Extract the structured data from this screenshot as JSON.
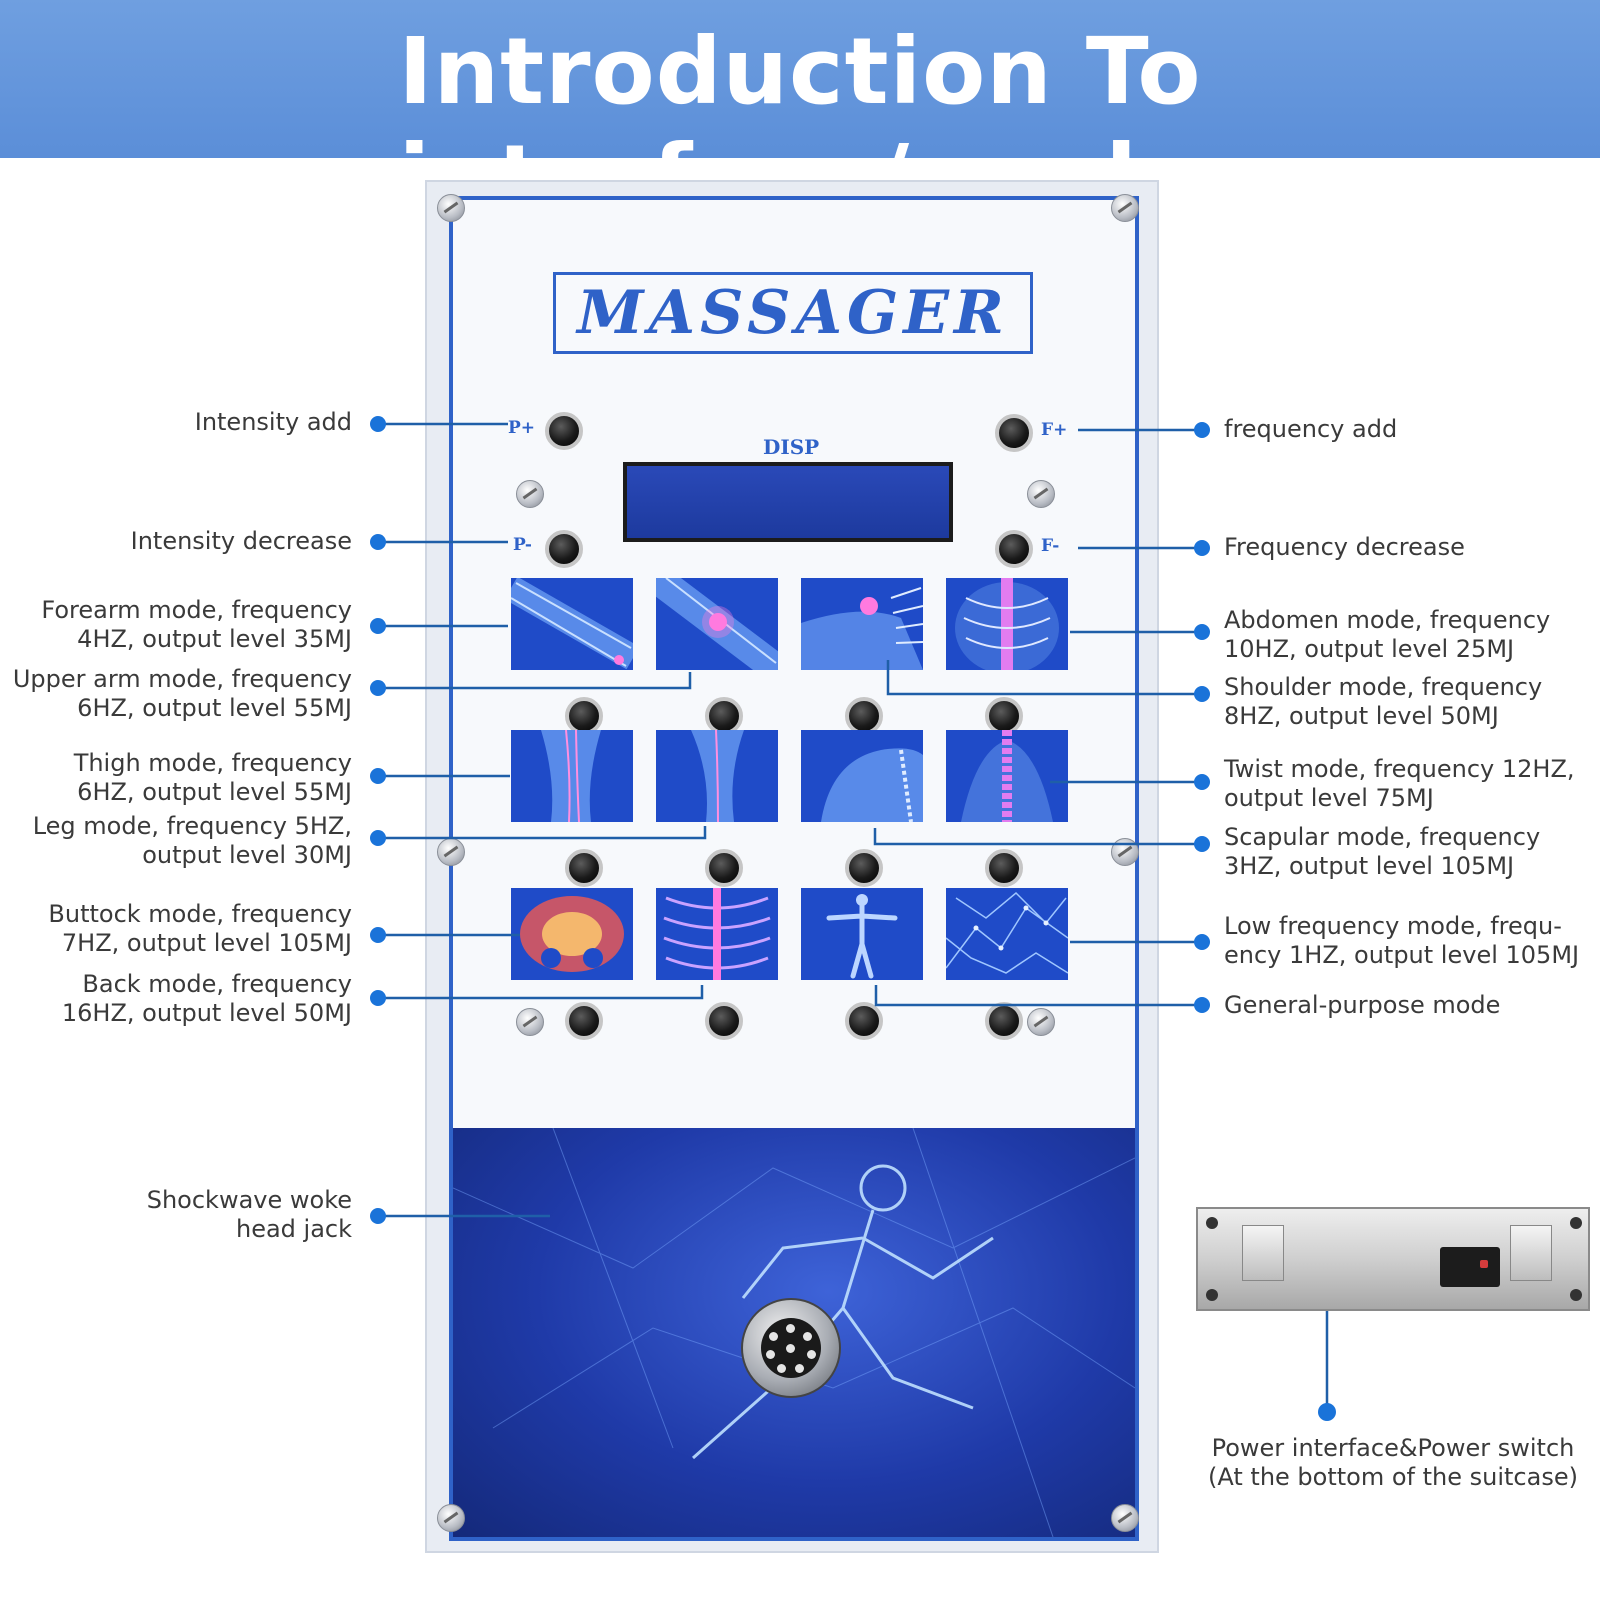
{
  "header": {
    "title": "Introduction To interface/mode"
  },
  "panel": {
    "logo": "MASSAGER",
    "disp_label": "DISP",
    "button_labels": {
      "p_plus": "P+",
      "p_minus": "P-",
      "f_plus": "F+",
      "f_minus": "F-"
    }
  },
  "callouts": {
    "intensity_add": "Intensity add",
    "intensity_decrease": "Intensity decrease",
    "forearm_mode": [
      "Forearm mode, frequency",
      "4HZ, output level 35MJ"
    ],
    "upper_arm_mode": [
      "Upper arm mode, frequency",
      "6HZ, output level 55MJ"
    ],
    "thigh_mode": [
      "Thigh mode, frequency",
      "6HZ, output level 55MJ"
    ],
    "leg_mode": [
      "Leg mode, frequency 5HZ,",
      "output level 30MJ"
    ],
    "buttock_mode": [
      "Buttock mode, frequency",
      "7HZ, output level 105MJ"
    ],
    "back_mode": [
      "Back mode, frequency",
      "16HZ, output level 50MJ"
    ],
    "shockwave_jack": [
      "Shockwave woke",
      "head jack"
    ],
    "frequency_add": "frequency add",
    "frequency_decrease": "Frequency decrease",
    "abdomen_mode": [
      "Abdomen mode, frequency",
      "10HZ, output level 25MJ"
    ],
    "shoulder_mode": [
      "Shoulder mode, frequency",
      "8HZ, output level 50MJ"
    ],
    "twist_mode": [
      "Twist mode, frequency 12HZ,",
      "output level 75MJ"
    ],
    "scapular_mode": [
      "Scapular mode, frequency",
      "3HZ, output level 105MJ"
    ],
    "low_frequency_mode": [
      "Low frequency mode, frequ-",
      "ency 1HZ, output level 105MJ"
    ],
    "general_purpose_mode": "General-purpose mode",
    "power_interface": [
      "Power interface&Power switch",
      "(At the bottom of the suitcase)"
    ]
  },
  "colors": {
    "header_bg": "#5b8ed8",
    "accent_blue": "#2f62c8",
    "line_blue": "#1f5fa8",
    "dot_blue": "#1a73d9",
    "text_gray": "#3a3a3a"
  }
}
